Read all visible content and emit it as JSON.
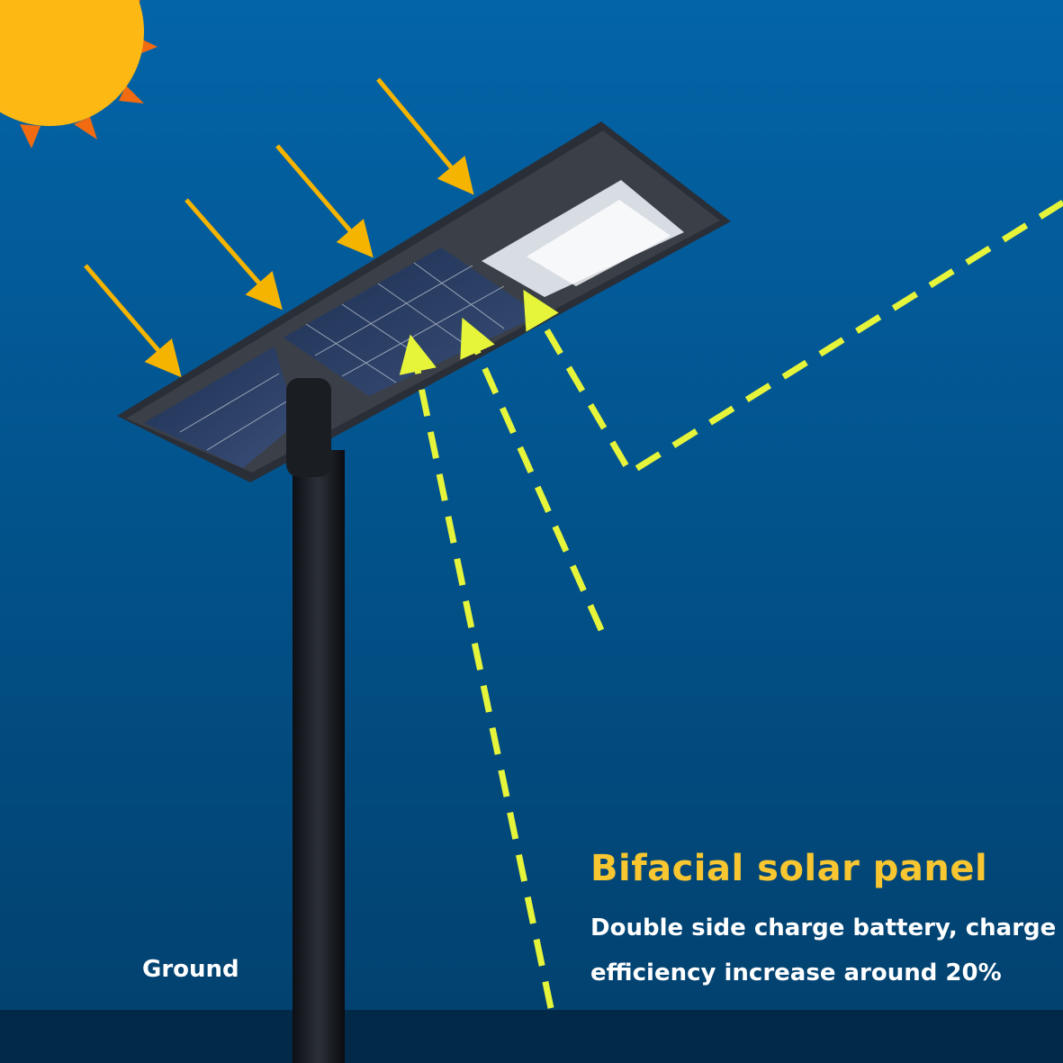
{
  "headline": "Bifacial solar panel",
  "description_lines": [
    "Double side charge battery, charge",
    "efficiency increase around 20%"
  ],
  "ground_label": "Ground",
  "colors": {
    "sky_top": "#0364a8",
    "sky_bottom": "#023e6e",
    "ground_band": "#022a48",
    "headline": "#f7c630",
    "sun_rays": "#f5b400",
    "reflected_light": "#e6f53a",
    "sun": "#fdb813"
  },
  "icons": [
    "sun-icon",
    "solar-street-light",
    "sunlight-arrow",
    "reflected-light-arrow"
  ]
}
